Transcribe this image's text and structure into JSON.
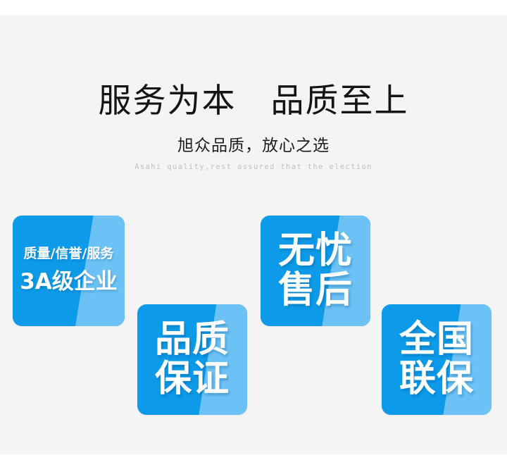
{
  "page": {
    "background_color": "#f4f4f4",
    "edge_color": "#ffffff"
  },
  "header": {
    "headline": "服务为本　品质至上",
    "subtitle_cn": "旭众品质，放心之选",
    "subtitle_en": "Asahi quality,rest assured that the election",
    "headline_color": "#141414",
    "subtitle_color": "#1e1e1e",
    "subtitle_en_color": "#c0c0c0"
  },
  "cards": {
    "dark_blue": "#0d9ae8",
    "light_blue": "#6cc2f4",
    "text_color": "#ffffff",
    "items": [
      {
        "id": "card-3a-enterprise",
        "line1": "质量/信誉/服务",
        "line2": "3A级企业"
      },
      {
        "id": "card-quality-guarantee",
        "line1": "品质",
        "line2": "保证"
      },
      {
        "id": "card-worry-free-service",
        "line1": "无忧",
        "line2": "售后"
      },
      {
        "id": "card-nationwide-warranty",
        "line1": "全国",
        "line2": "联保"
      }
    ]
  }
}
